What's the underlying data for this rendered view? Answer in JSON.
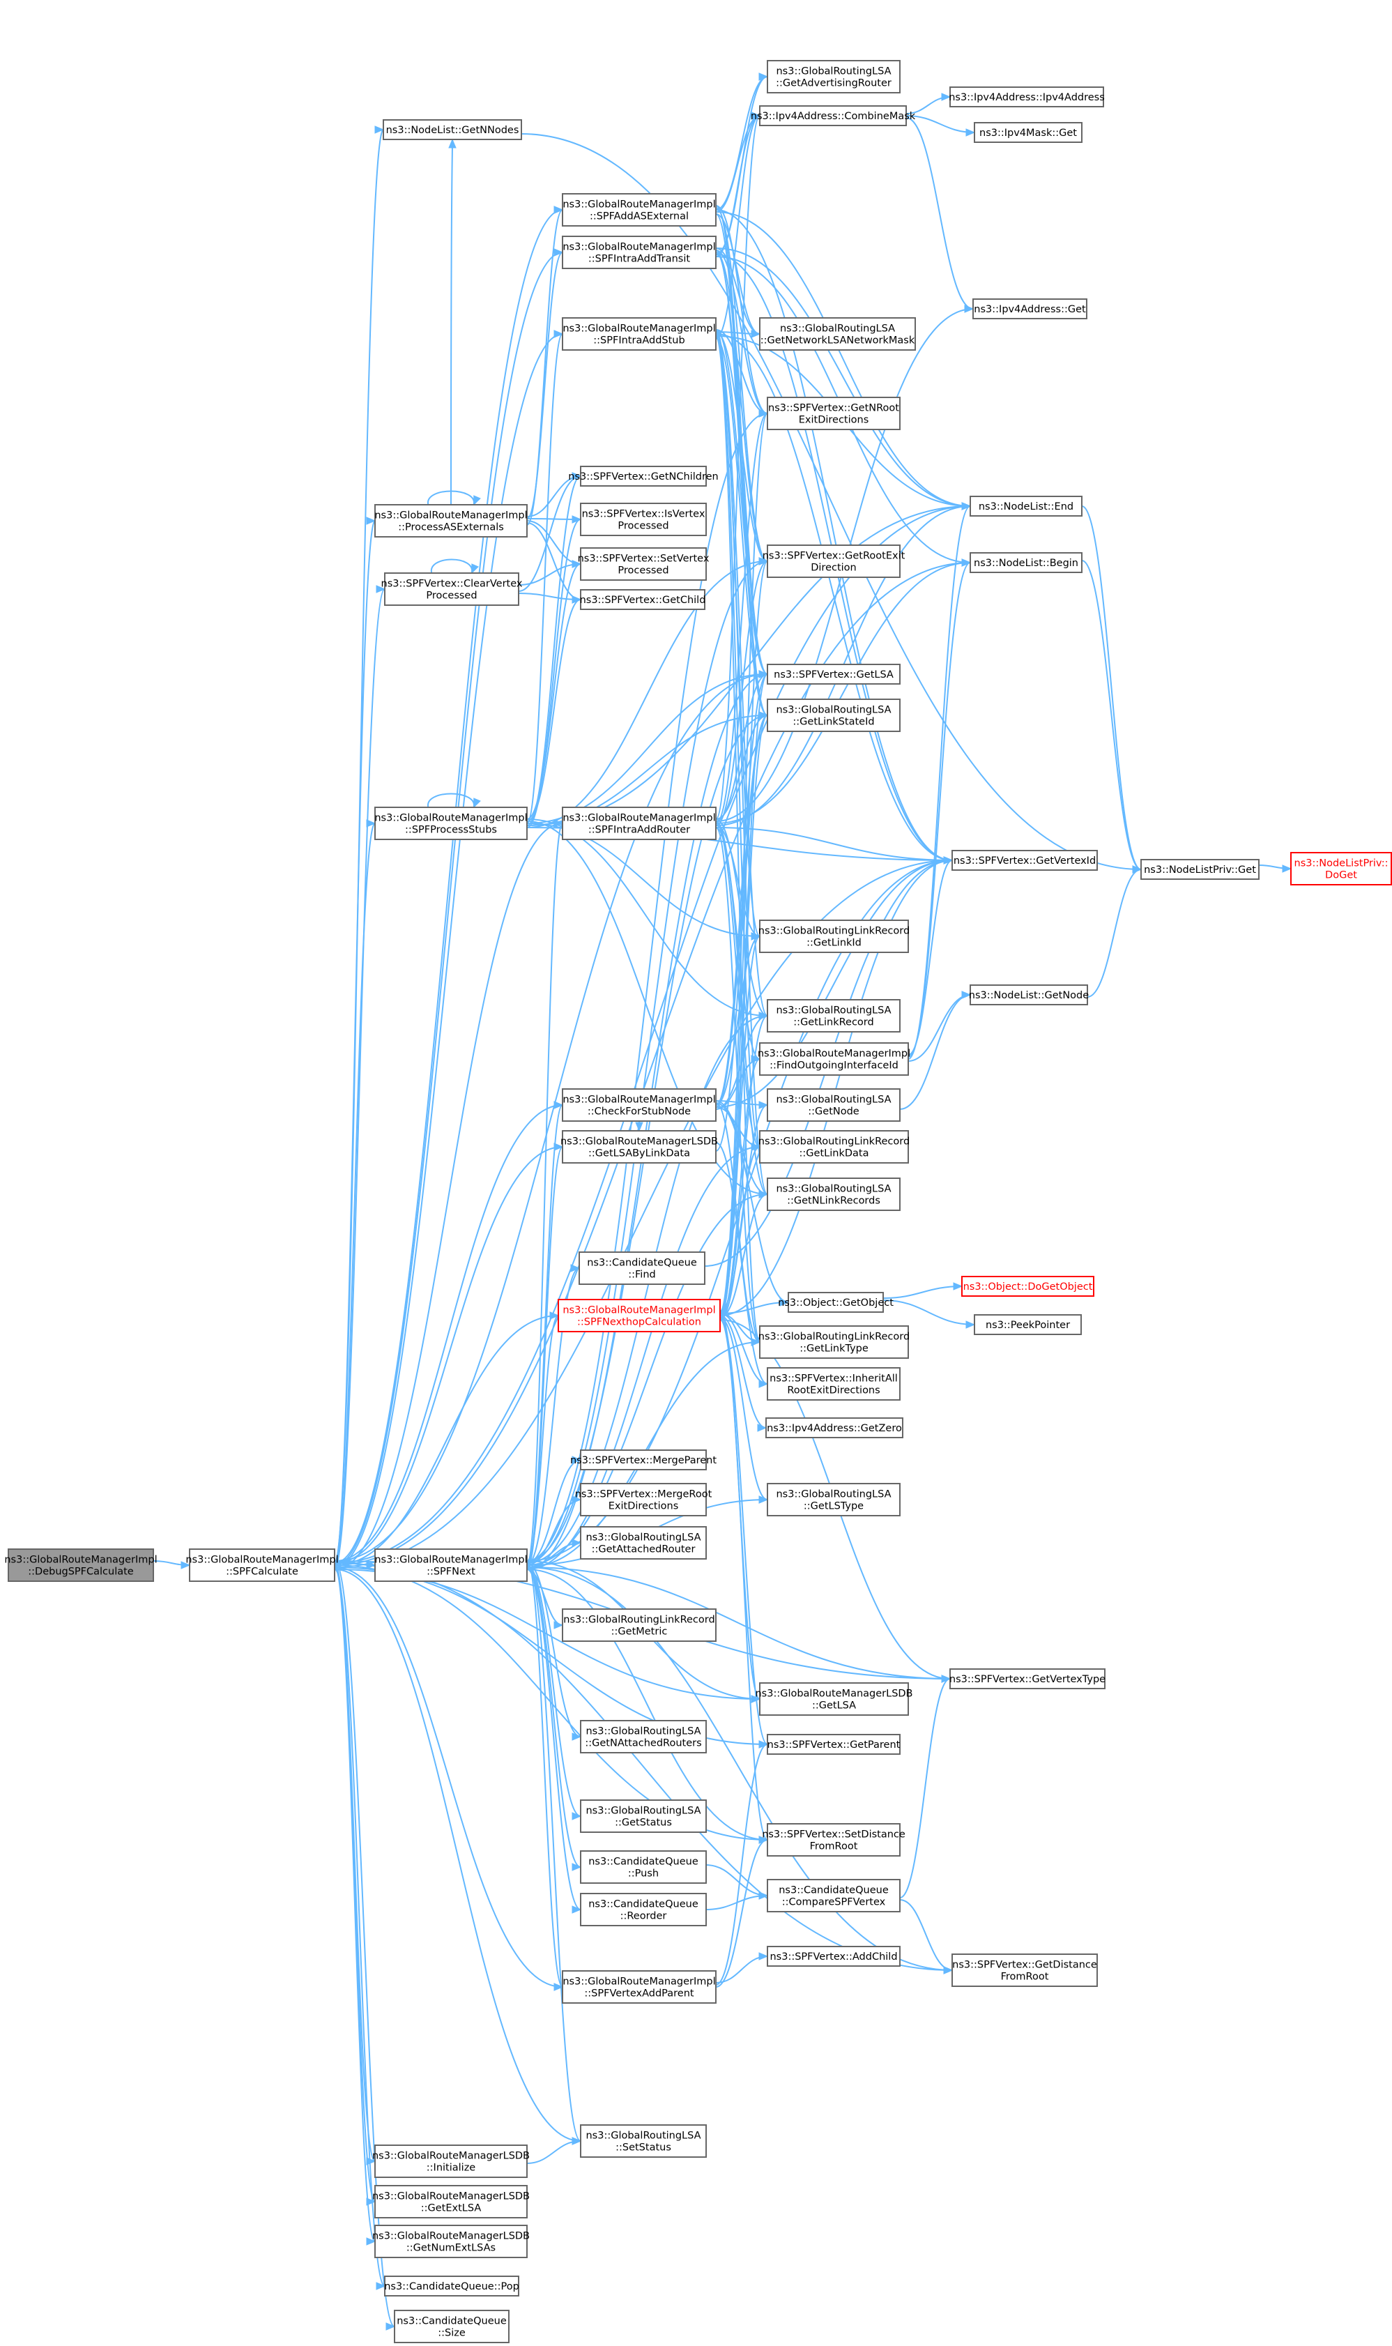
{
  "colors": {
    "edge": "#63b8ff",
    "box_border": "#666666",
    "root_fill": "#999999",
    "truncated": "#ff0000"
  },
  "nodes": {
    "n0": {
      "lines": [
        "ns3::GlobalRouteManagerImpl",
        "::DebugSPFCalculate"
      ],
      "root": true
    },
    "n1": {
      "lines": [
        "ns3::GlobalRouteManagerImpl",
        "::SPFCalculate"
      ]
    },
    "n2": {
      "lines": [
        "ns3::NodeList::GetNNodes"
      ]
    },
    "n3": {
      "lines": [
        "ns3::NodeListPriv::Get"
      ]
    },
    "n4": {
      "lines": [
        "ns3::NodeListPriv::",
        "DoGet"
      ],
      "red": true
    },
    "n5": {
      "lines": [
        "ns3::GlobalRouteManagerImpl",
        "::ProcessASExternals"
      ]
    },
    "n6": {
      "lines": [
        "ns3::GlobalRouteManagerImpl",
        "::SPFAddASExternal"
      ]
    },
    "n7": {
      "lines": [
        "ns3::GlobalRoutingLSA",
        "::GetAdvertisingRouter"
      ]
    },
    "n8": {
      "lines": [
        "ns3::Ipv4Address::CombineMask"
      ]
    },
    "n9": {
      "lines": [
        "ns3::Ipv4Address::Ipv4Address"
      ]
    },
    "n10": {
      "lines": [
        "ns3::Ipv4Mask::Get"
      ]
    },
    "n11": {
      "lines": [
        "ns3::Ipv4Address::Get"
      ]
    },
    "n12": {
      "lines": [
        "ns3::GlobalRoutingLSA",
        "::GetNetworkLSANetworkMask"
      ]
    },
    "n13": {
      "lines": [
        "ns3::SPFVertex::GetNRoot",
        "ExitDirections"
      ]
    },
    "n14": {
      "lines": [
        "ns3::SPFVertex::GetRootExit",
        "Direction"
      ]
    },
    "n15": {
      "lines": [
        "ns3::SPFVertex::GetVertexId"
      ]
    },
    "n16": {
      "lines": [
        "ns3::NodeList::Begin"
      ]
    },
    "n17": {
      "lines": [
        "ns3::NodeList::End"
      ]
    },
    "n18": {
      "lines": [
        "ns3::SPFVertex::GetChild"
      ]
    },
    "n19": {
      "lines": [
        "ns3::SPFVertex::GetNChildren"
      ]
    },
    "n20": {
      "lines": [
        "ns3::SPFVertex::IsVertex",
        "Processed"
      ]
    },
    "n21": {
      "lines": [
        "ns3::GlobalRouteManagerImpl",
        "::SPFIntraAddTransit"
      ]
    },
    "n22": {
      "lines": [
        "ns3::GlobalRoutingLSA",
        "::GetLinkStateId"
      ]
    },
    "n23": {
      "lines": [
        "ns3::SPFVertex::GetLSA"
      ]
    },
    "n24": {
      "lines": [
        "ns3::GlobalRouteManagerImpl",
        "::SPFIntraAddStub"
      ]
    },
    "n25": {
      "lines": [
        "ns3::GlobalRoutingLinkRecord",
        "::GetLinkData"
      ]
    },
    "n26": {
      "lines": [
        "ns3::GlobalRoutingLinkRecord",
        "::GetLinkId"
      ]
    },
    "n27": {
      "lines": [
        "ns3::GlobalRoutingLinkRecord",
        "::GetLinkType"
      ]
    },
    "n28": {
      "lines": [
        "ns3::GlobalRoutingLSA",
        "::GetLinkRecord"
      ]
    },
    "n29": {
      "lines": [
        "ns3::GlobalRoutingLSA",
        "::GetNLinkRecords"
      ]
    },
    "n30": {
      "lines": [
        "ns3::SPFVertex::SetVertex",
        "Processed"
      ]
    },
    "n31": {
      "lines": [
        "ns3::SPFVertex::ClearVertex",
        "Processed"
      ]
    },
    "n32": {
      "lines": [
        "ns3::GlobalRouteManagerImpl",
        "::SPFProcessStubs"
      ]
    },
    "n33": {
      "lines": [
        "ns3::GlobalRouteManagerImpl",
        "::SPFIntraAddRouter"
      ]
    },
    "n34": {
      "lines": [
        "ns3::GlobalRouteManagerImpl",
        "::FindOutgoingInterfaceId"
      ]
    },
    "n35": {
      "lines": [
        "ns3::NodeList::GetNode"
      ]
    },
    "n36": {
      "lines": [
        "ns3::GlobalRoutingLSA",
        "::GetNode"
      ]
    },
    "n37": {
      "lines": [
        "ns3::Object::GetObject"
      ]
    },
    "n38": {
      "lines": [
        "ns3::Object::DoGetObject"
      ],
      "red": true
    },
    "n39": {
      "lines": [
        "ns3::PeekPointer"
      ]
    },
    "n40": {
      "lines": [
        "ns3::GlobalRouteManagerImpl",
        "::SPFNext"
      ]
    },
    "n41": {
      "lines": [
        "ns3::CandidateQueue",
        "::Find"
      ]
    },
    "n42": {
      "lines": [
        "ns3::GlobalRouteManagerImpl",
        "::CheckForStubNode"
      ]
    },
    "n43": {
      "lines": [
        "ns3::GlobalRouteManagerLSDB",
        "::GetLSAByLinkData"
      ]
    },
    "n44": {
      "lines": [
        "ns3::GlobalRouteManagerImpl",
        "::SPFNexthopCalculation"
      ],
      "red": true
    },
    "n45": {
      "lines": [
        "ns3::SPFVertex::InheritAll",
        "RootExitDirections"
      ]
    },
    "n46": {
      "lines": [
        "ns3::Ipv4Address::GetZero"
      ]
    },
    "n47": {
      "lines": [
        "ns3::GlobalRoutingLSA",
        "::GetLSType"
      ]
    },
    "n48": {
      "lines": [
        "ns3::SPFVertex::GetVertexType"
      ]
    },
    "n49": {
      "lines": [
        "ns3::SPFVertex::MergeParent"
      ]
    },
    "n50": {
      "lines": [
        "ns3::SPFVertex::MergeRoot",
        "ExitDirections"
      ]
    },
    "n51": {
      "lines": [
        "ns3::GlobalRoutingLSA",
        "::GetAttachedRouter"
      ]
    },
    "n52": {
      "lines": [
        "ns3::GlobalRoutingLinkRecord",
        "::GetMetric"
      ]
    },
    "n53": {
      "lines": [
        "ns3::GlobalRouteManagerLSDB",
        "::GetLSA"
      ]
    },
    "n54": {
      "lines": [
        "ns3::SPFVertex::GetParent"
      ]
    },
    "n55": {
      "lines": [
        "ns3::GlobalRoutingLSA",
        "::GetNAttachedRouters"
      ]
    },
    "n56": {
      "lines": [
        "ns3::GlobalRoutingLSA",
        "::GetStatus"
      ]
    },
    "n57": {
      "lines": [
        "ns3::SPFVertex::SetDistance",
        "FromRoot"
      ]
    },
    "n58": {
      "lines": [
        "ns3::CandidateQueue",
        "::Push"
      ]
    },
    "n59": {
      "lines": [
        "ns3::CandidateQueue",
        "::CompareSPFVertex"
      ]
    },
    "n60": {
      "lines": [
        "ns3::CandidateQueue",
        "::Reorder"
      ]
    },
    "n61": {
      "lines": [
        "ns3::SPFVertex::AddChild"
      ]
    },
    "n62": {
      "lines": [
        "ns3::SPFVertex::GetDistance",
        "FromRoot"
      ]
    },
    "n63": {
      "lines": [
        "ns3::GlobalRouteManagerImpl",
        "::SPFVertexAddParent"
      ]
    },
    "n64": {
      "lines": [
        "ns3::GlobalRouteManagerLSDB",
        "::Initialize"
      ]
    },
    "n65": {
      "lines": [
        "ns3::GlobalRoutingLSA",
        "::SetStatus"
      ]
    },
    "n66": {
      "lines": [
        "ns3::GlobalRouteManagerLSDB",
        "::GetExtLSA"
      ]
    },
    "n67": {
      "lines": [
        "ns3::GlobalRouteManagerLSDB",
        "::GetNumExtLSAs"
      ]
    },
    "n68": {
      "lines": [
        "ns3::CandidateQueue::Pop"
      ]
    },
    "n69": {
      "lines": [
        "ns3::CandidateQueue",
        "::Size"
      ]
    }
  }
}
